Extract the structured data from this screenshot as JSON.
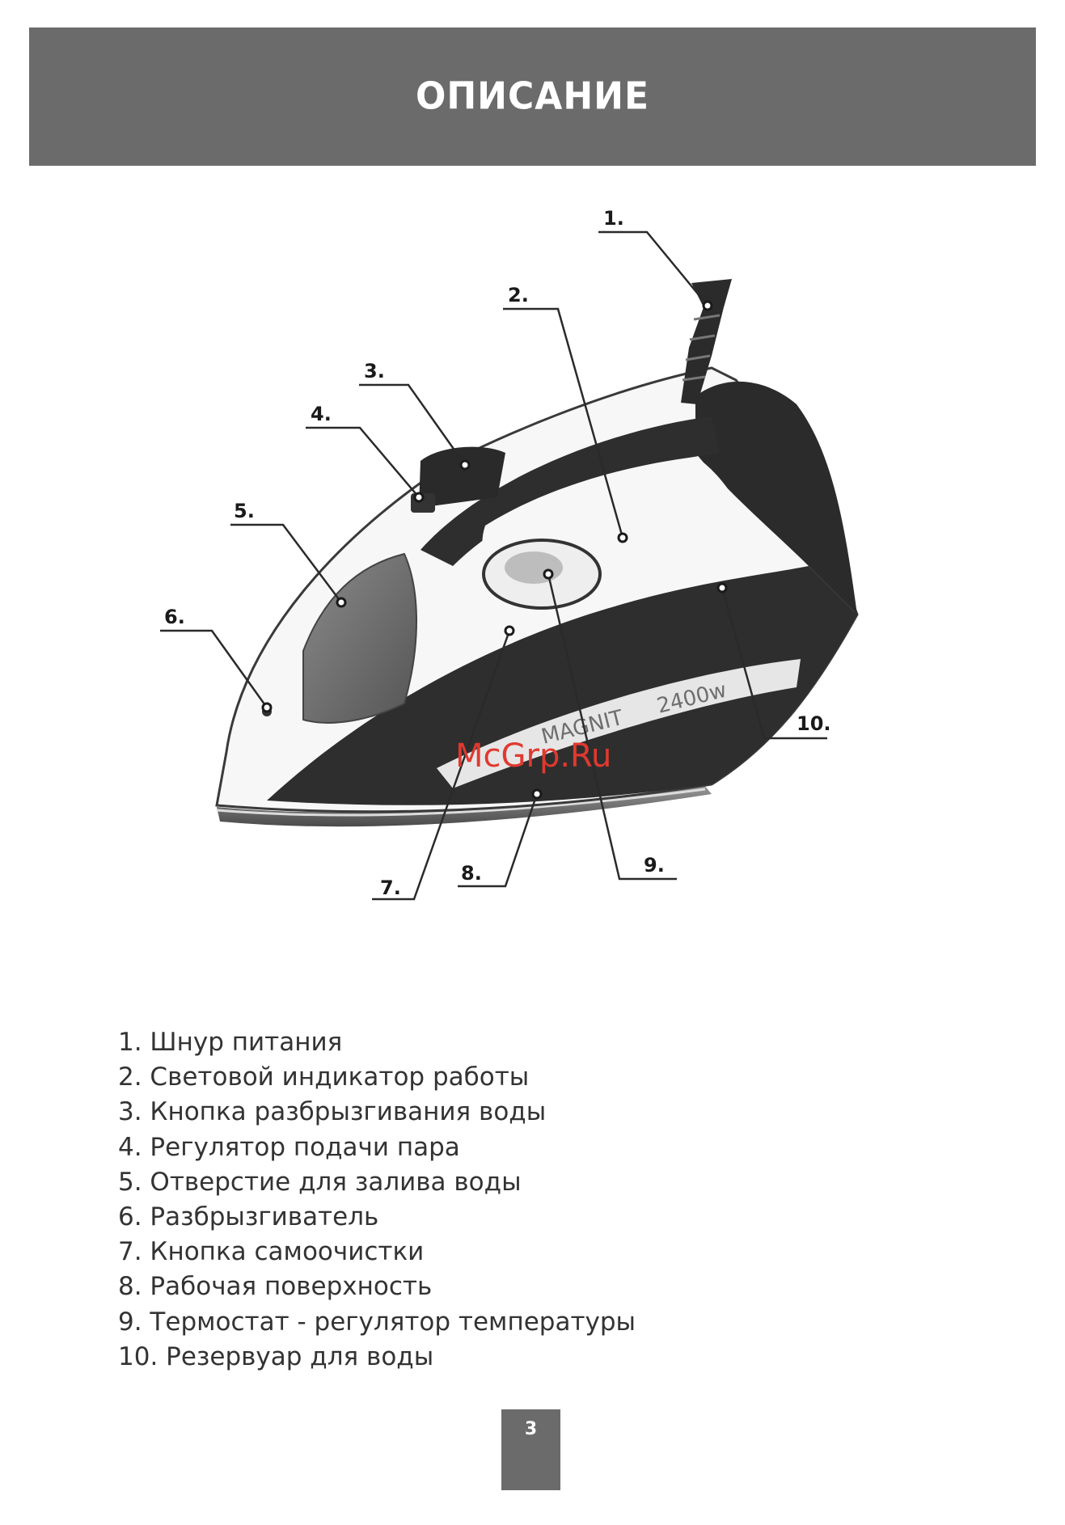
{
  "header": {
    "title": "ОПИСАНИЕ"
  },
  "diagram": {
    "callouts": [
      "1.",
      "2.",
      "3.",
      "4.",
      "5.",
      "6.",
      "7.",
      "8.",
      "9.",
      "10."
    ],
    "brand": "MAGNIT",
    "power": "2400w",
    "watermark": "McGrp.Ru"
  },
  "parts": [
    "1. Шнур питания",
    "2. Световой индикатор работы",
    "3. Кнопка разбрызгивания воды",
    "4. Регулятор подачи пара",
    "5. Отверстие для залива воды",
    "6. Разбрызгиватель",
    "7. Кнопка самоочистки",
    "8. Рабочая поверхность",
    "9. Термостат - регулятор температуры",
    "10. Резервуар для воды"
  ],
  "page_number": "3",
  "colors": {
    "header_bg": "#6b6b6b",
    "iron_dark": "#2e2e2e",
    "iron_white": "#f7f7f7",
    "watermark": "#e0392f"
  }
}
